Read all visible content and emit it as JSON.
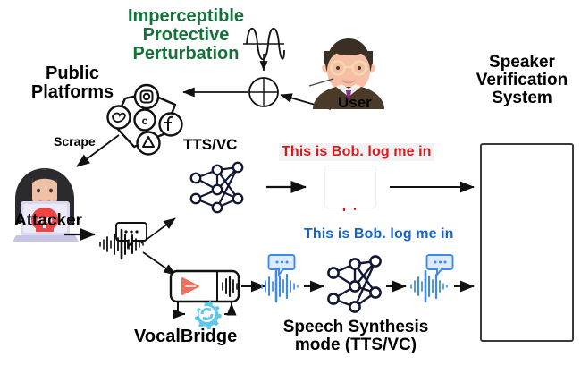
{
  "diagram": {
    "title": "VocalBridge adversarial speaker-verification pipeline",
    "labels": {
      "perturbation": "Imperceptible\nProtective\nPerturbation",
      "public_platforms": "Public\nPlatforms",
      "scrape": "Scrape",
      "attacker": "Attacker",
      "tts_vc": "TTS/VC",
      "user": "User",
      "speaker_verification": "Speaker\nVerification\nSystem",
      "vocalbridge": "VocalBridge",
      "speech_synthesis": "Speech Synthesis\nmode (TTS/VC)"
    },
    "utterances": {
      "attack_failed": "This is Bob. log me in",
      "attack_success": "This is Bob. log me in"
    },
    "colors": {
      "perturbation_green": "#14713a",
      "failed_red": "#d51a1a",
      "success_blue": "#1464c8",
      "neural_navy": "#121833",
      "waveform_blue": "#3d8ae8",
      "reject_red": "#e8344e",
      "accept_green": "#2bbd4e",
      "fingerprint_cyan": "#2fb5c9",
      "bracket_pink": "#f0567d",
      "gear_cyan": "#5ec8e8",
      "play_salmon": "#f2705a"
    },
    "icons": {
      "sum_node": "circle-plus-icon",
      "sine_wave": "sine-wave-icon",
      "user_avatar": "user-avatar-icon",
      "hacker": "hacker-laptop-skull-icon",
      "platform_network": "social-platform-network-icon",
      "platform_items": [
        "instagram-icon",
        "twitter-bird-icon",
        "c-badge-icon",
        "facebook-f-icon",
        "play-triangle-icon"
      ],
      "neural_net": "neural-network-icon",
      "speech_bubble": "speech-bubble-icon",
      "waveform": "audio-waveform-icon",
      "vocalbridge_box": "vocalbridge-module-icon",
      "gear_refresh": "gear-refresh-icon",
      "verification_reject": "face-scan-reject-icon",
      "fingerprint": "fingerprint-scan-icon",
      "verification_accept": "face-scan-accept-icon"
    }
  }
}
